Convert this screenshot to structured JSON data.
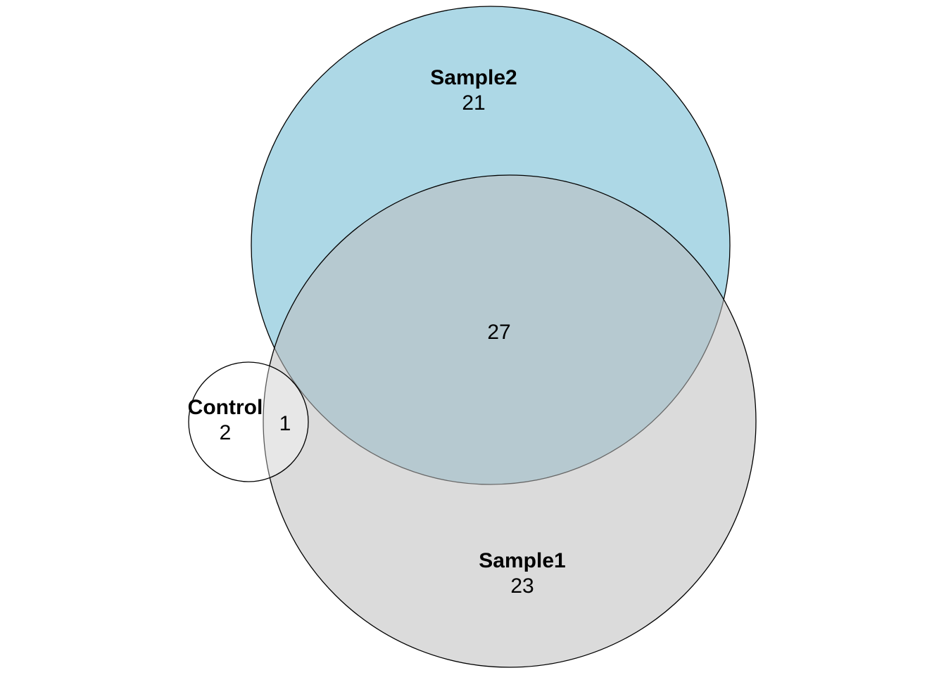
{
  "sets": {
    "sample2": {
      "name": "Sample2",
      "fill": "#add8e6",
      "fill_opacity": 1.0
    },
    "sample1": {
      "name": "Sample1",
      "fill": "#bebebe",
      "fill_opacity": 0.55
    },
    "control": {
      "name": "Control",
      "fill": "#ffffff",
      "fill_opacity": 0.35
    }
  },
  "regions": {
    "sample2_only": "21",
    "sample1_only": "23",
    "sample1_sample2": "27",
    "control_only": "2",
    "control_sample1": "1"
  },
  "colors": {
    "outline": "#000000",
    "background": "#ffffff"
  }
}
